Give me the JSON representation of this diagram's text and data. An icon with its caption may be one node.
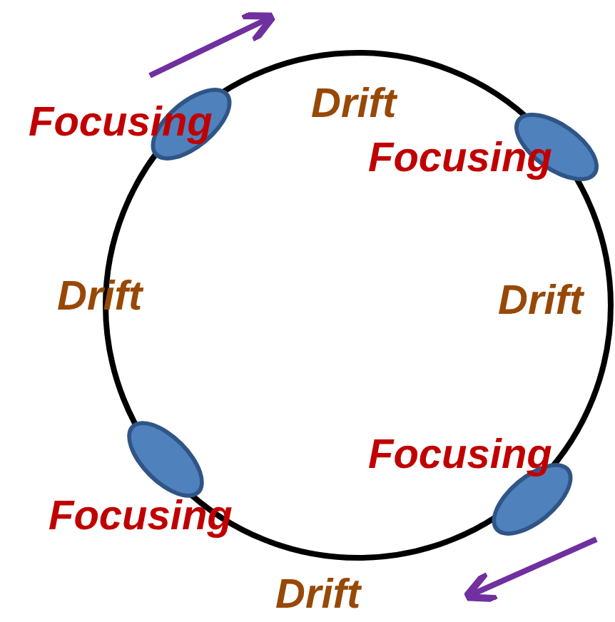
{
  "diagram": {
    "nodes": [
      {
        "text": [],
        "shape": "ellipse",
        "beside": [
          "Focusing"
        ]
      },
      {
        "text": [],
        "shape": "ellipse",
        "beside": [
          "Focusing"
        ]
      },
      {
        "text": [],
        "shape": "ellipse",
        "beside": [
          "Focusing"
        ]
      },
      {
        "text": [],
        "shape": "ellipse",
        "beside": [
          "Focusing"
        ]
      }
    ],
    "edges": [],
    "labels": [
      "Drift",
      "Drift",
      "Drift",
      "Drift"
    ]
  }
}
